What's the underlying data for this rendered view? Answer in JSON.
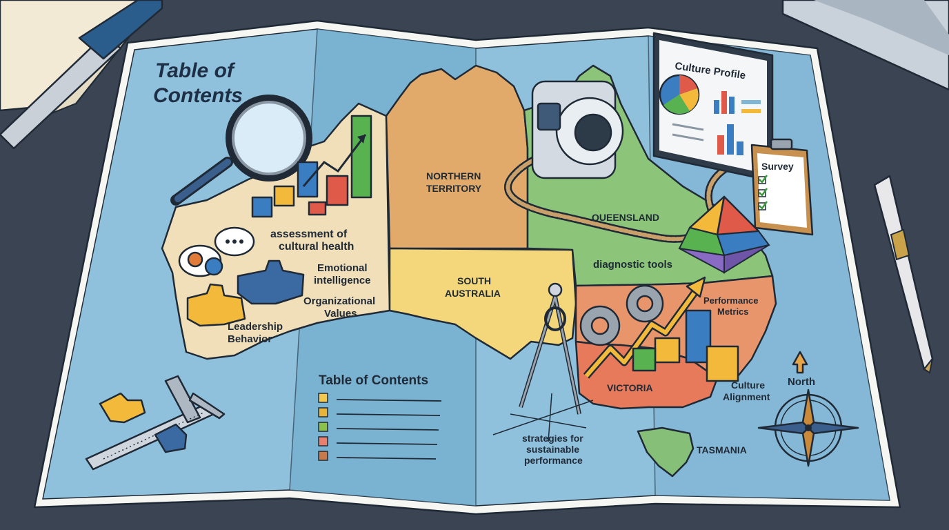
{
  "map": {
    "title_line1": "Table of",
    "title_line2": "Contents",
    "regions": {
      "nt_line1": "NORTHERN",
      "nt_line2": "TERRITORY",
      "sa_line1": "SOUTH",
      "sa_line2": "AUSTRALIA",
      "qld": "QUEENSLAND",
      "vic": "VICTORIA",
      "tas": "TASMANIA"
    },
    "annotations": {
      "assessment_line1": "assessment of",
      "assessment_line2": "cultural health",
      "ei_line1": "Emotional",
      "ei_line2": "intelligence",
      "ov_line1": "Organizational",
      "ov_line2": "Values",
      "lb_line1": "Leadership",
      "lb_line2": "Behavior",
      "diag": "diagnostic tools",
      "pm_line1": "Performance",
      "pm_line2": "Metrics",
      "ca_line1": "Culture",
      "ca_line2": "Alignment",
      "strat_line1": "strategies for",
      "strat_line2": "sustainable",
      "strat_line3": "performance",
      "north": "North"
    },
    "legend_title": "Table of Contents",
    "legend_colors": [
      "#f2c94c",
      "#e8b339",
      "#8bc34a",
      "#e9806e",
      "#c97a4a"
    ],
    "monitor_title": "Culture Profile",
    "survey_title": "Survey",
    "colors": {
      "ocean": "#7fb6d6",
      "wa": "#f0dfb8",
      "nt": "#e2aa6a",
      "sa": "#f4d77a",
      "qld": "#8cc57a",
      "nsw": "#e8956b",
      "vic": "#e67a5a",
      "tas": "#86bf78"
    }
  }
}
